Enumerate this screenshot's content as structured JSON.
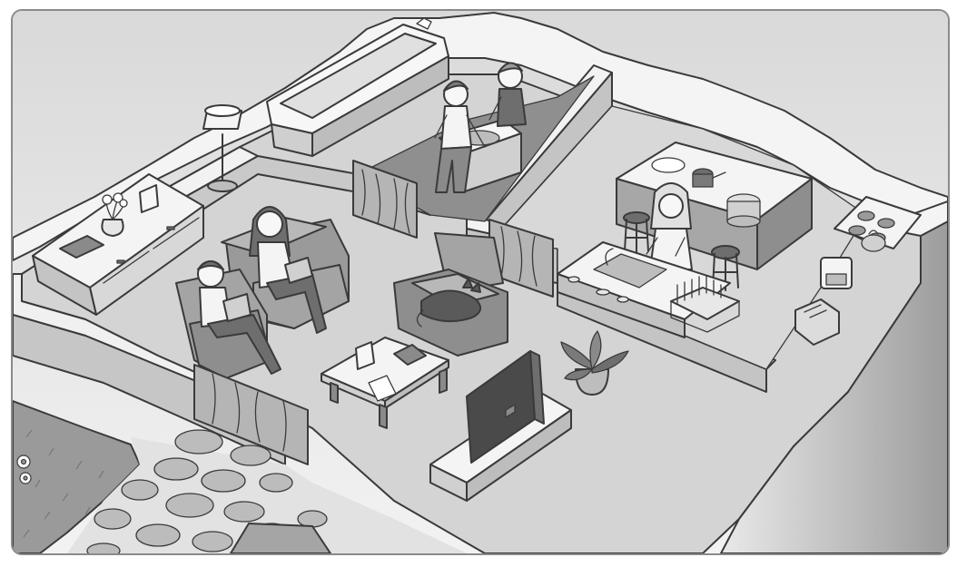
{
  "scene": {
    "rooms": [
      "living-room",
      "bathroom",
      "kitchen"
    ],
    "palette": {
      "outline": "#3a3a3a",
      "floor": "#d2d2d2",
      "wall_top": "#f4f4f4",
      "wall_face": "#bdbdbd",
      "furniture": "#a9a9a9",
      "dark": "#6e6e6e",
      "light": "#f7f7f7"
    }
  }
}
